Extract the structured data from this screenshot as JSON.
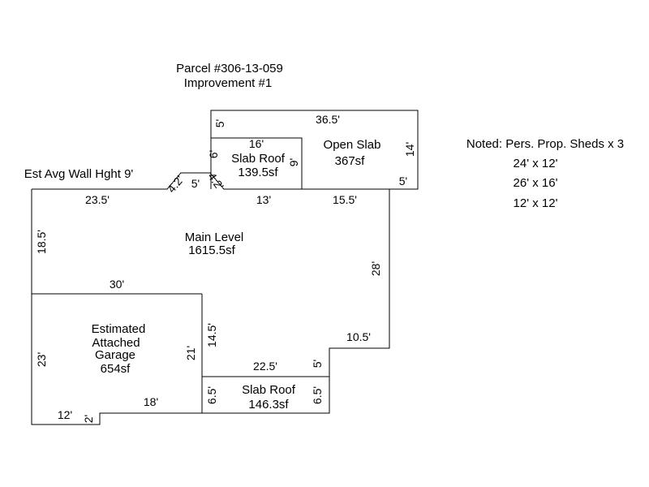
{
  "header": {
    "parcel": "Parcel #306-13-059",
    "improvement": "Improvement #1"
  },
  "notes": {
    "title": "Noted: Pers. Prop. Sheds x 3",
    "sheds": [
      "24' x 12'",
      "26' x 16'",
      "12' x 12'"
    ]
  },
  "wall_height": "Est Avg Wall Hght 9'",
  "areas": {
    "open_slab": {
      "name": "Open Slab",
      "size": "367sf"
    },
    "slab_roof_top": {
      "name": "Slab Roof",
      "size": "139.5sf"
    },
    "main_level": {
      "name": "Main Level",
      "size": "1615.5sf"
    },
    "garage": {
      "line1": "Estimated",
      "line2": "Attached",
      "line3": "Garage",
      "size": "654sf"
    },
    "slab_roof_bottom": {
      "name": "Slab Roof",
      "size": "146.3sf"
    }
  },
  "dimensions": {
    "open_slab_width": "36.5'",
    "open_slab_left": "5'",
    "open_slab_right": "14'",
    "open_slab_bottom_right": "5'",
    "slab_roof_top_width": "16'",
    "slab_roof_top_left": "6'",
    "slab_roof_top_right": "9'",
    "diag_left": "4.2'",
    "notch_top": "5'",
    "diag_right": "4.2'",
    "main_top_left": "23.5'",
    "main_top_mid": "13'",
    "main_top_right": "15.5'",
    "main_left": "18.5'",
    "main_right": "28'",
    "garage_top": "30'",
    "main_step_bottom": "10.5'",
    "step_vertical": "5'",
    "main_lower_left": "14.5'",
    "slab_roof_bottom_width": "22.5'",
    "garage_right": "21'",
    "garage_left": "23'",
    "garage_bottom_right": "18'",
    "garage_bottom_left": "12'",
    "garage_notch": "2'",
    "slab_roof_bottom_left": "6.5'",
    "slab_roof_bottom_right": "6.5'"
  }
}
